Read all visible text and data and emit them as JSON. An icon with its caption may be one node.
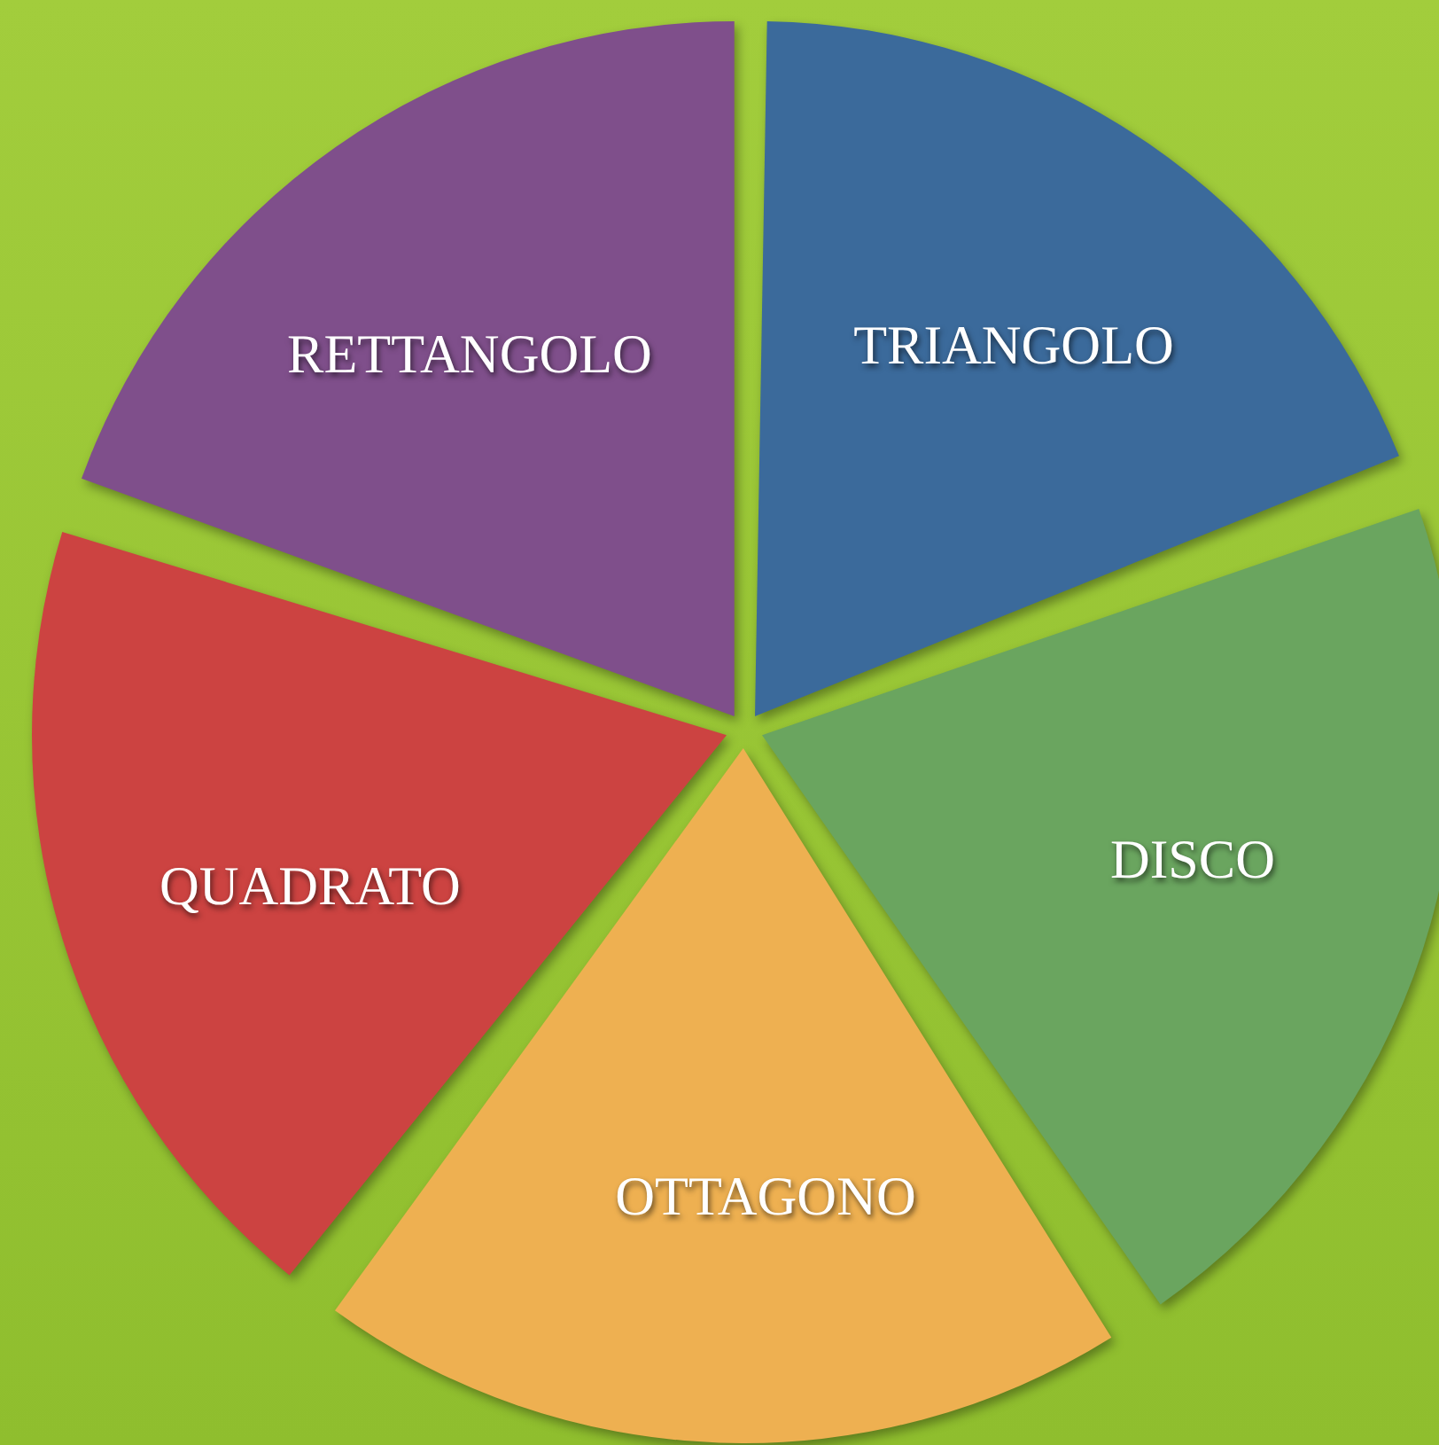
{
  "diagram": {
    "nodes": [
      {
        "text": [
          "RETTANGOLO"
        ]
      },
      {
        "text": [
          "TRIANGOLO"
        ]
      },
      {
        "text": [
          "QUADRATO"
        ]
      },
      {
        "text": [
          "DISCO"
        ]
      },
      {
        "text": [
          "OTTAGONO"
        ]
      }
    ]
  }
}
